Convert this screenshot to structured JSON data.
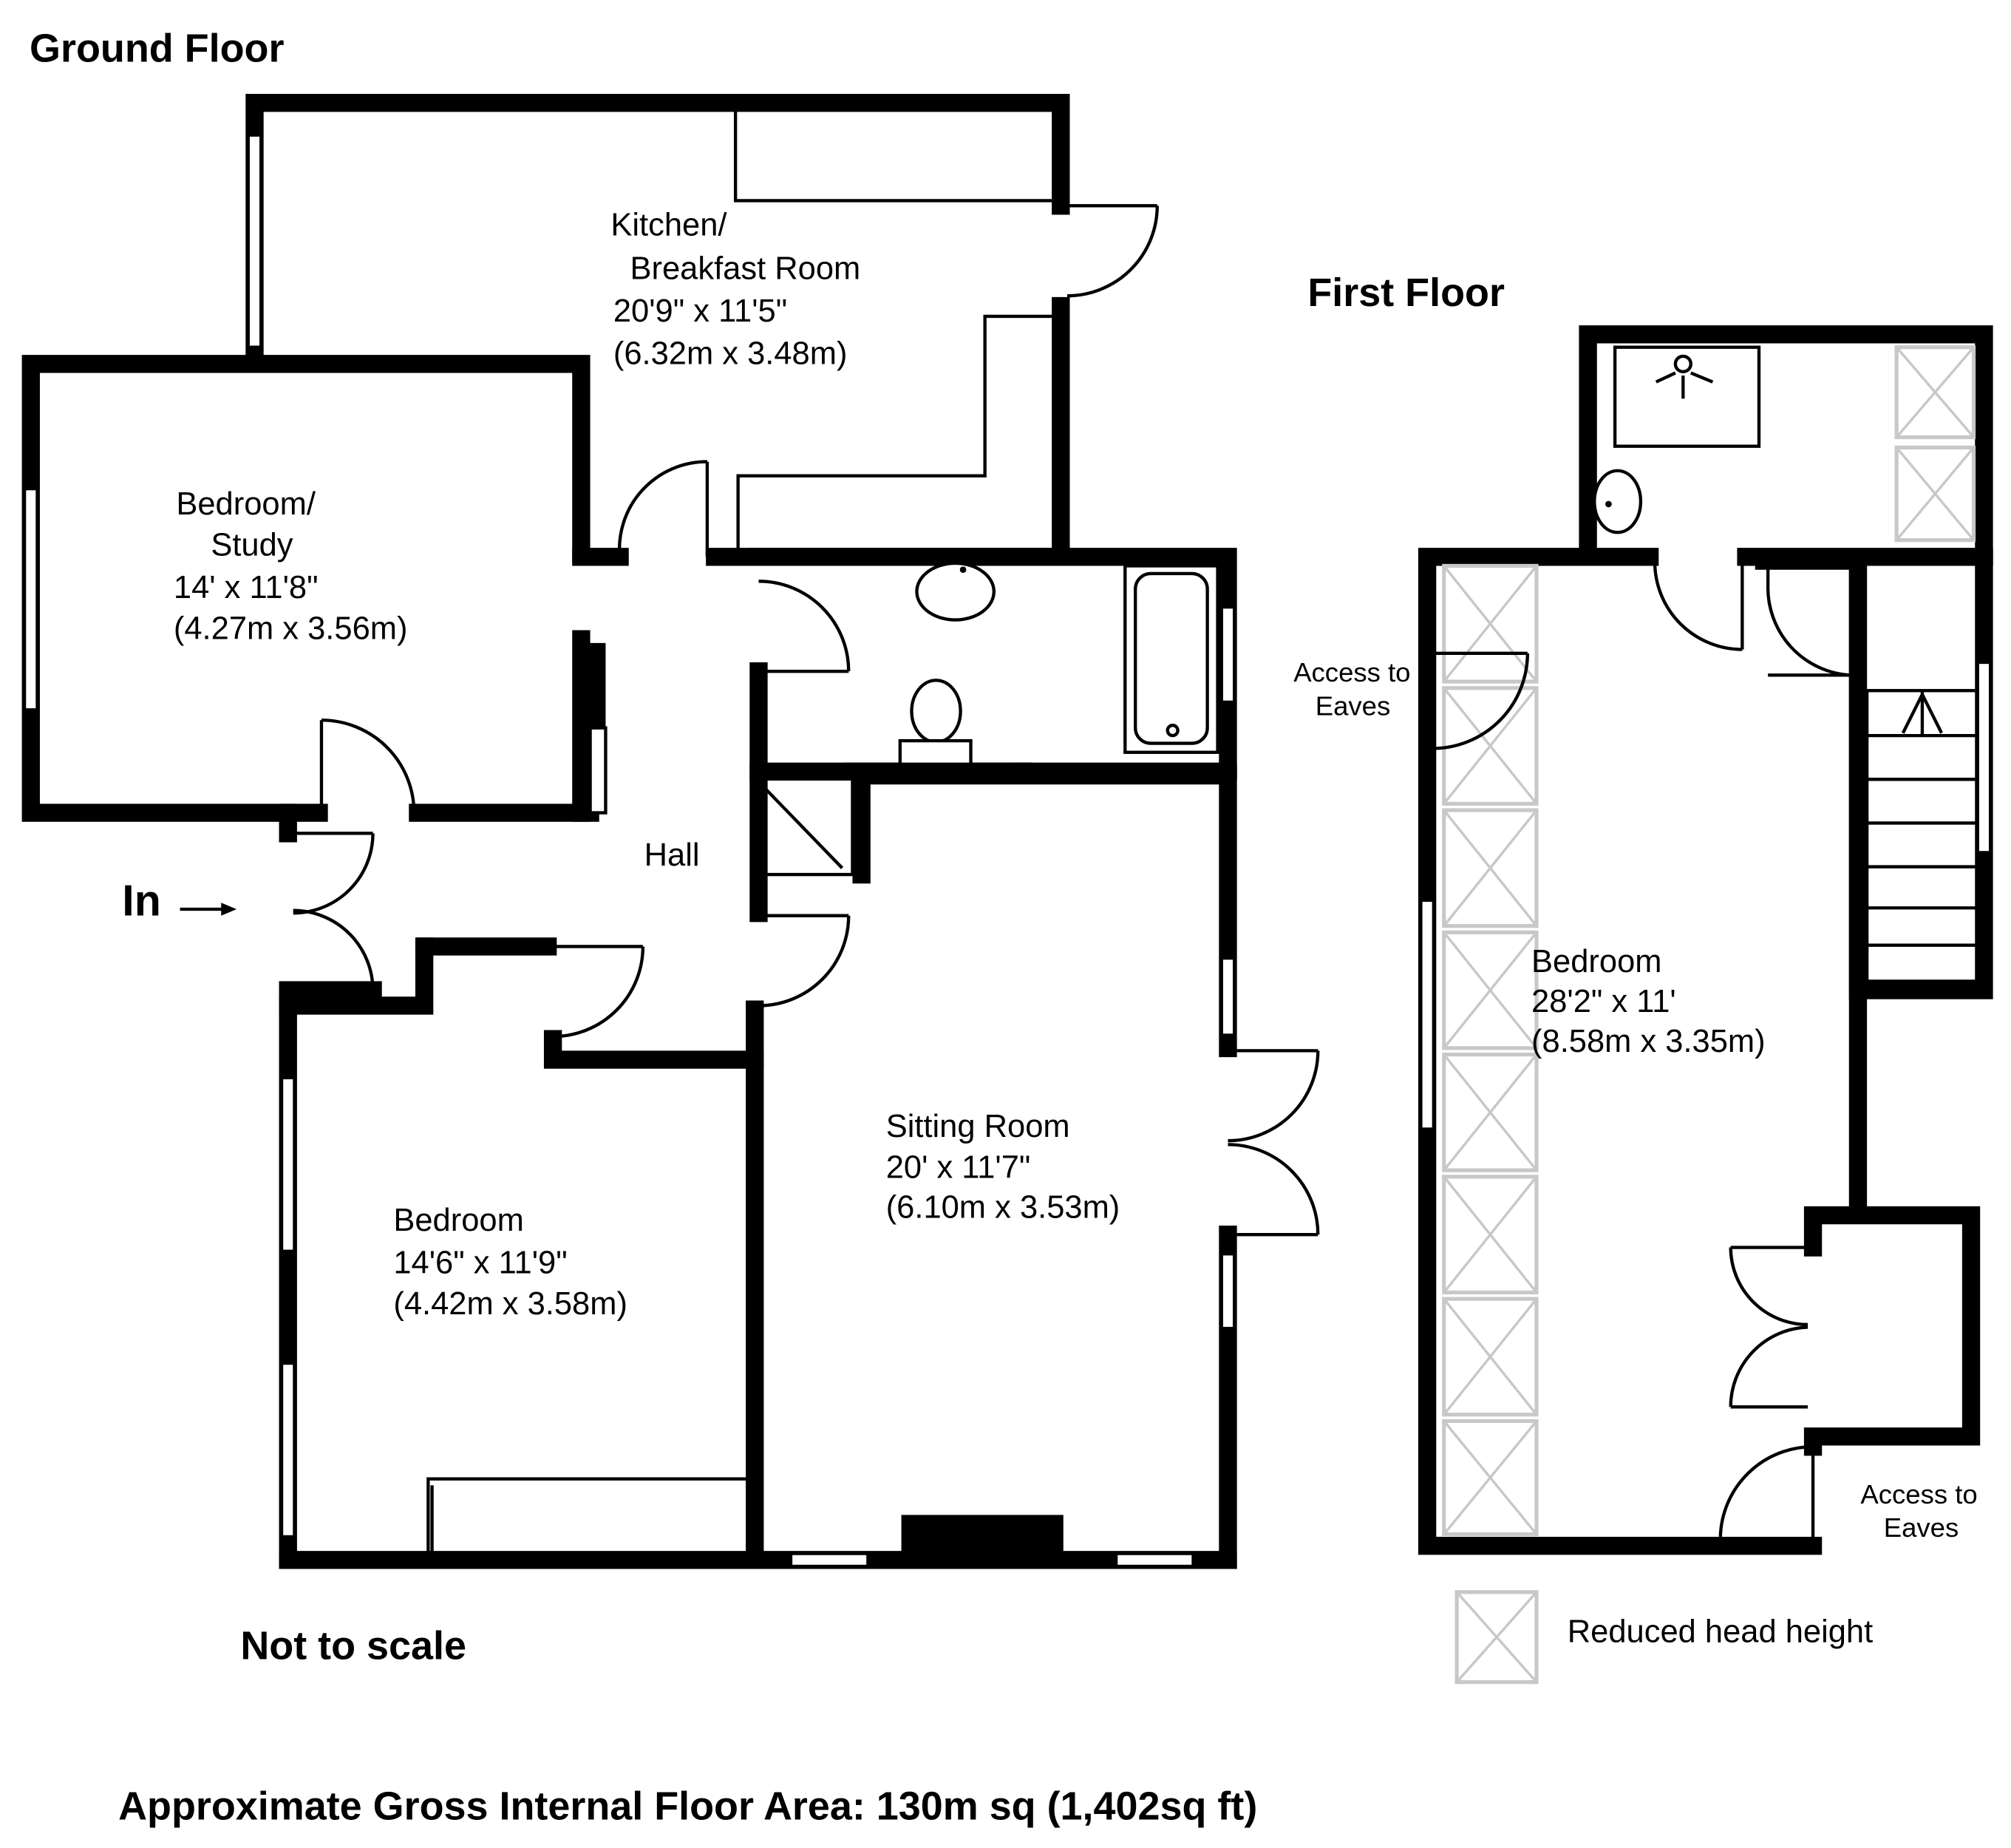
{
  "ground_floor": {
    "heading": "Ground Floor",
    "rooms": {
      "kitchen": [
        "Kitchen/",
        "Breakfast Room",
        "20'9\" x 11'5\"",
        "(6.32m x 3.48m)"
      ],
      "study": [
        "Bedroom/",
        "Study",
        "14' x 11'8\"",
        "(4.27m x 3.56m)"
      ],
      "hall": [
        "Hall"
      ],
      "bedroom": [
        "Bedroom",
        "14'6\" x 11'9\"",
        "(4.42m x 3.58m)"
      ],
      "sitting": [
        "Sitting Room",
        "20' x 11'7\"",
        "(6.10m x 3.53m)"
      ]
    },
    "entrance_label": "In",
    "scale_note": "Not to scale"
  },
  "first_floor": {
    "heading": "First Floor",
    "rooms": {
      "bedroom": [
        "Bedroom",
        "28'2\" x 11'",
        "(8.58m x 3.35m)"
      ]
    },
    "eaves_access_left": [
      "Access to",
      "Eaves"
    ],
    "eaves_access_right": [
      "Access to",
      "Eaves"
    ]
  },
  "legend": {
    "reduced_head_height": "Reduced head height"
  },
  "footer": {
    "area_text": "Approximate Gross Internal Floor Area:  130m sq (1,402sq ft)"
  }
}
